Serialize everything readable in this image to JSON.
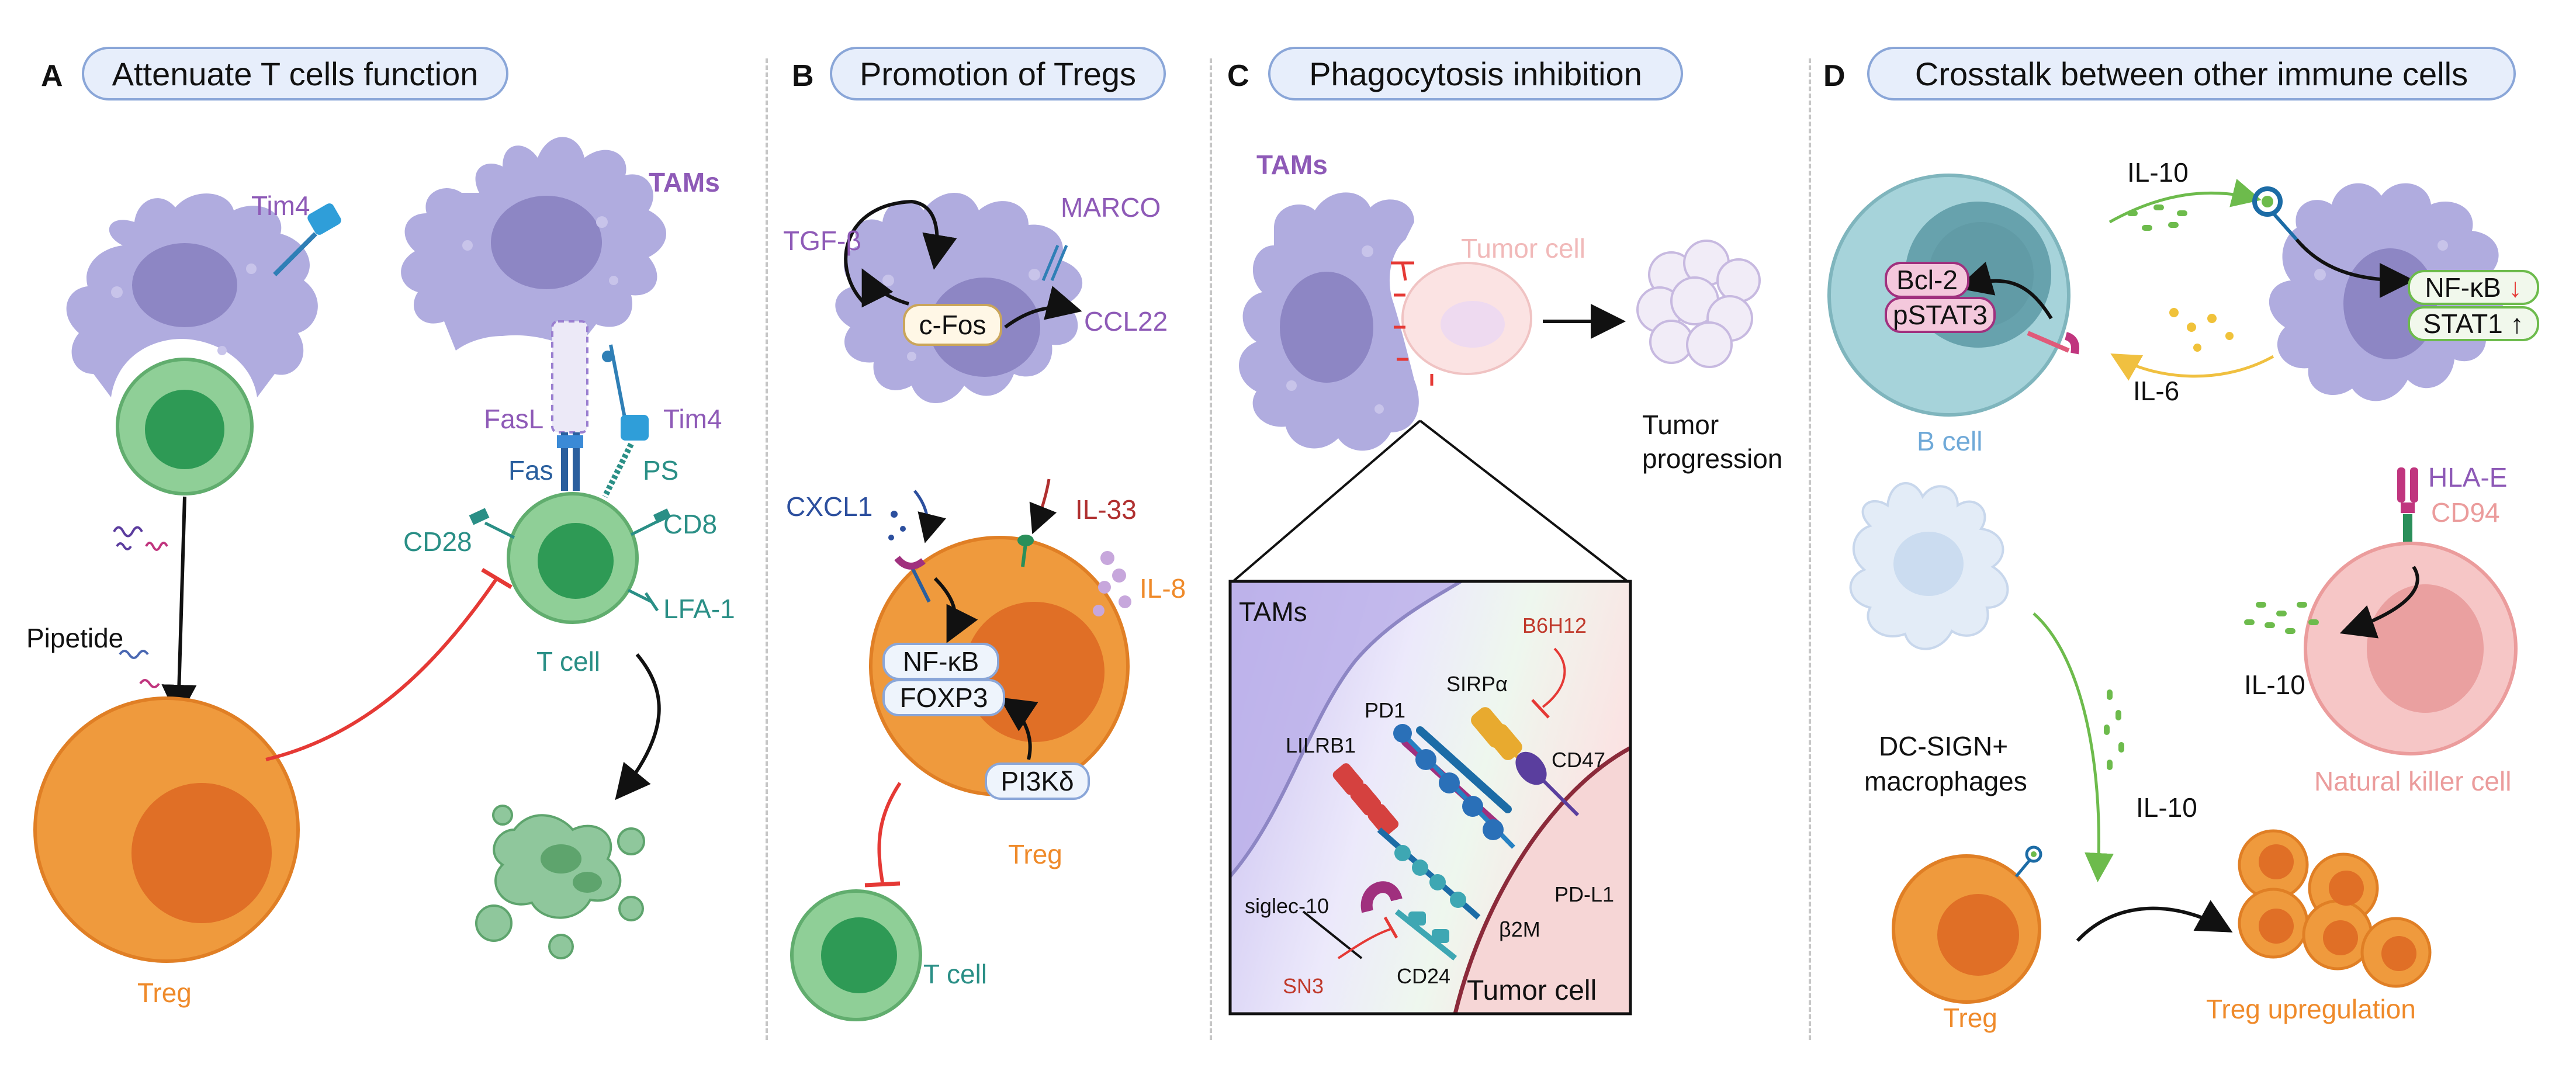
{
  "panels": {
    "a": {
      "letter": "A",
      "title": "Attenuate T cells function",
      "labels": {
        "tim4_top": "Tim4",
        "tams": "TAMs",
        "fasl": "FasL",
        "tim4_right": "Tim4",
        "fas": "Fas",
        "ps": "PS",
        "cd28": "CD28",
        "cd8": "CD8",
        "lfa1": "LFA-1",
        "t_cell": "T cell",
        "pipetide": "Pipetide",
        "treg": "Treg"
      }
    },
    "b": {
      "letter": "B",
      "title": "Promotion of Tregs",
      "labels": {
        "tgfb": "TGF-β",
        "marco": "MARCO",
        "cfos": "c-Fos",
        "ccl22": "CCL22",
        "cxcl1": "CXCL1",
        "il33": "IL-33",
        "il8": "IL-8",
        "nfkb": "NF-κB",
        "foxp3": "FOXP3",
        "pi3k": "PI3Kδ",
        "treg": "Treg",
        "t_cell": "T cell"
      }
    },
    "c": {
      "letter": "C",
      "title": "Phagocytosis inhibition",
      "labels": {
        "tams": "TAMs",
        "tumor_cell": "Tumor cell",
        "tumor_progression_1": "Tumor",
        "tumor_progression_2": "progression",
        "inset_tams": "TAMs",
        "b6h12": "B6H12",
        "sirpa": "SIRPα",
        "pd1": "PD1",
        "lilrb1": "LILRB1",
        "cd47": "CD47",
        "pdl1": "PD-L1",
        "b2m": "β2M",
        "siglec10": "siglec-10",
        "sn3": "SN3",
        "cd24": "CD24",
        "inset_tumor_cell": "Tumor cell"
      }
    },
    "d": {
      "letter": "D",
      "title": "Crosstalk between other immune cells",
      "labels": {
        "il10_top": "IL-10",
        "bcl2": "Bcl-2",
        "pstat3": "pSTAT3",
        "nfkb": "NF-κB",
        "nfkb_arrow": "↓",
        "stat1": "STAT1",
        "stat1_arrow": "↑",
        "il6": "IL-6",
        "b_cell": "B cell",
        "hlae": "HLA-E",
        "cd94": "CD94",
        "il10_nk": "IL-10",
        "dc_sign_1": "DC-SIGN+",
        "dc_sign_2": "macrophages",
        "il10_mac": "IL-10",
        "nk_cell": "Natural killer  cell",
        "treg": "Treg",
        "treg_up": "Treg upregulation"
      }
    }
  },
  "colors": {
    "macrophage": "#b0acdf",
    "macrophage_nucleus": "#8d86c4",
    "tcell": "#8fcf97",
    "tcell_nucleus": "#2e9a55",
    "treg": "#ef9a3d",
    "treg_nucleus": "#e06f26",
    "inhibit": "#e53935",
    "bcell": "#a6d3da",
    "nk": "#f6c6c6",
    "purple_text": "#8e5ab7",
    "teal_text": "#2a8f86",
    "orange_text": "#ef8a2a",
    "pink_text": "#eb9c9c",
    "blue_text": "#2c4f9e",
    "red_text": "#c0392b"
  }
}
